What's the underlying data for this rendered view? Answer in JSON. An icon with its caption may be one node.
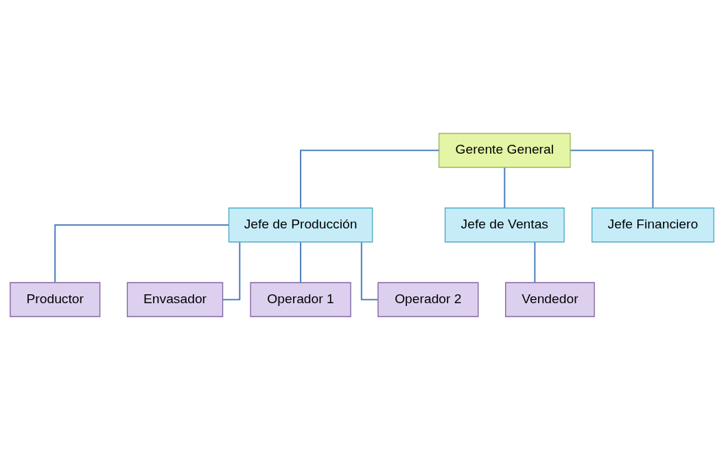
{
  "diagram": {
    "nodes": [
      {
        "text": [
          "Gerente General"
        ]
      },
      {
        "text": [
          "Jefe de Producción"
        ]
      },
      {
        "text": [
          "Jefe de Ventas"
        ]
      },
      {
        "text": [
          "Jefe Financiero"
        ]
      },
      {
        "text": [
          "Productor"
        ]
      },
      {
        "text": [
          "Envasador"
        ]
      },
      {
        "text": [
          "Operador 1"
        ]
      },
      {
        "text": [
          "Operador 2"
        ]
      },
      {
        "text": [
          "Vendedor"
        ]
      }
    ],
    "edges": [
      {
        "from": 0,
        "to": 1,
        "arrow": "none"
      },
      {
        "from": 0,
        "to": 2,
        "arrow": "none"
      },
      {
        "from": 0,
        "to": 3,
        "arrow": "none"
      },
      {
        "from": 1,
        "to": 4,
        "arrow": "none"
      },
      {
        "from": 1,
        "to": 5,
        "arrow": "none"
      },
      {
        "from": 1,
        "to": 6,
        "arrow": "none"
      },
      {
        "from": 1,
        "to": 7,
        "arrow": "none"
      },
      {
        "from": 2,
        "to": 8,
        "arrow": "none"
      }
    ]
  }
}
